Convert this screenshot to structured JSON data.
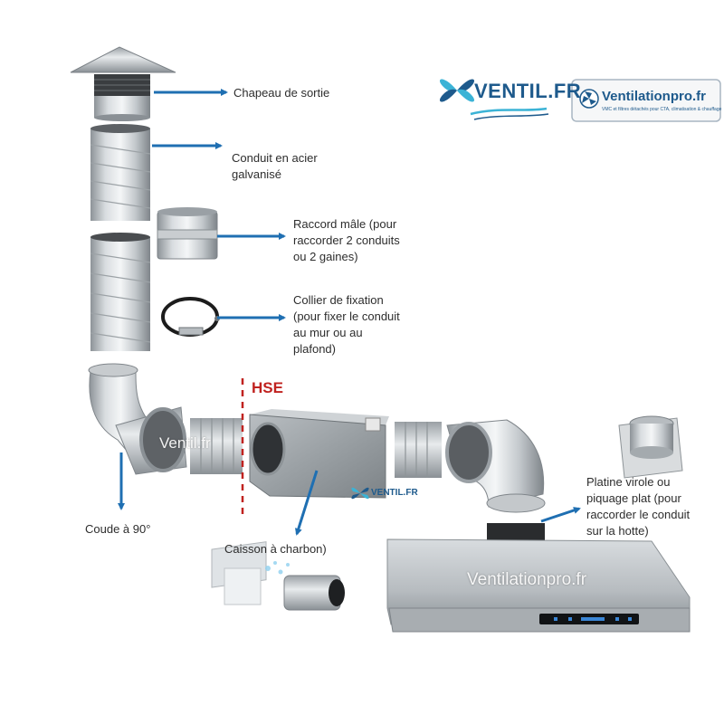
{
  "labels": {
    "chapeau": "Chapeau de sortie",
    "conduit_1": "Conduit en acier",
    "conduit_2": "galvanisé",
    "raccord_1": "Raccord mâle (pour",
    "raccord_2": "raccorder 2 conduits",
    "raccord_3": "ou 2 gaines)",
    "collier_1": "Collier de fixation",
    "collier_2": "(pour fixer le conduit",
    "collier_3": "au mur ou au",
    "collier_4": "plafond)",
    "coude": "Coude à 90°",
    "caisson": "Caisson à charbon)",
    "platine_1": "Platine virole ou",
    "platine_2": "piquage plat (pour",
    "platine_3": "raccorder le conduit",
    "platine_4": "sur la hotte)",
    "hse": "HSE"
  },
  "brands": {
    "ventil_logo": "VENTIL.FR",
    "ventilationpro_logo": "Ventilationpro.fr",
    "ventilationpro_tagline": "VMC et filtres détachés pour CTA, climatisation & chauffage",
    "watermark_ventil": "Ventil.fr",
    "watermark_ventilationpro": "Ventilationpro.fr",
    "caisson_badge": "VENTIL.FR"
  },
  "colors": {
    "arrow": "#1f6fb2",
    "hse_red": "#c0221f",
    "ventil_blue": "#1e5a8c",
    "ventil_teal": "#3bb3d6"
  }
}
